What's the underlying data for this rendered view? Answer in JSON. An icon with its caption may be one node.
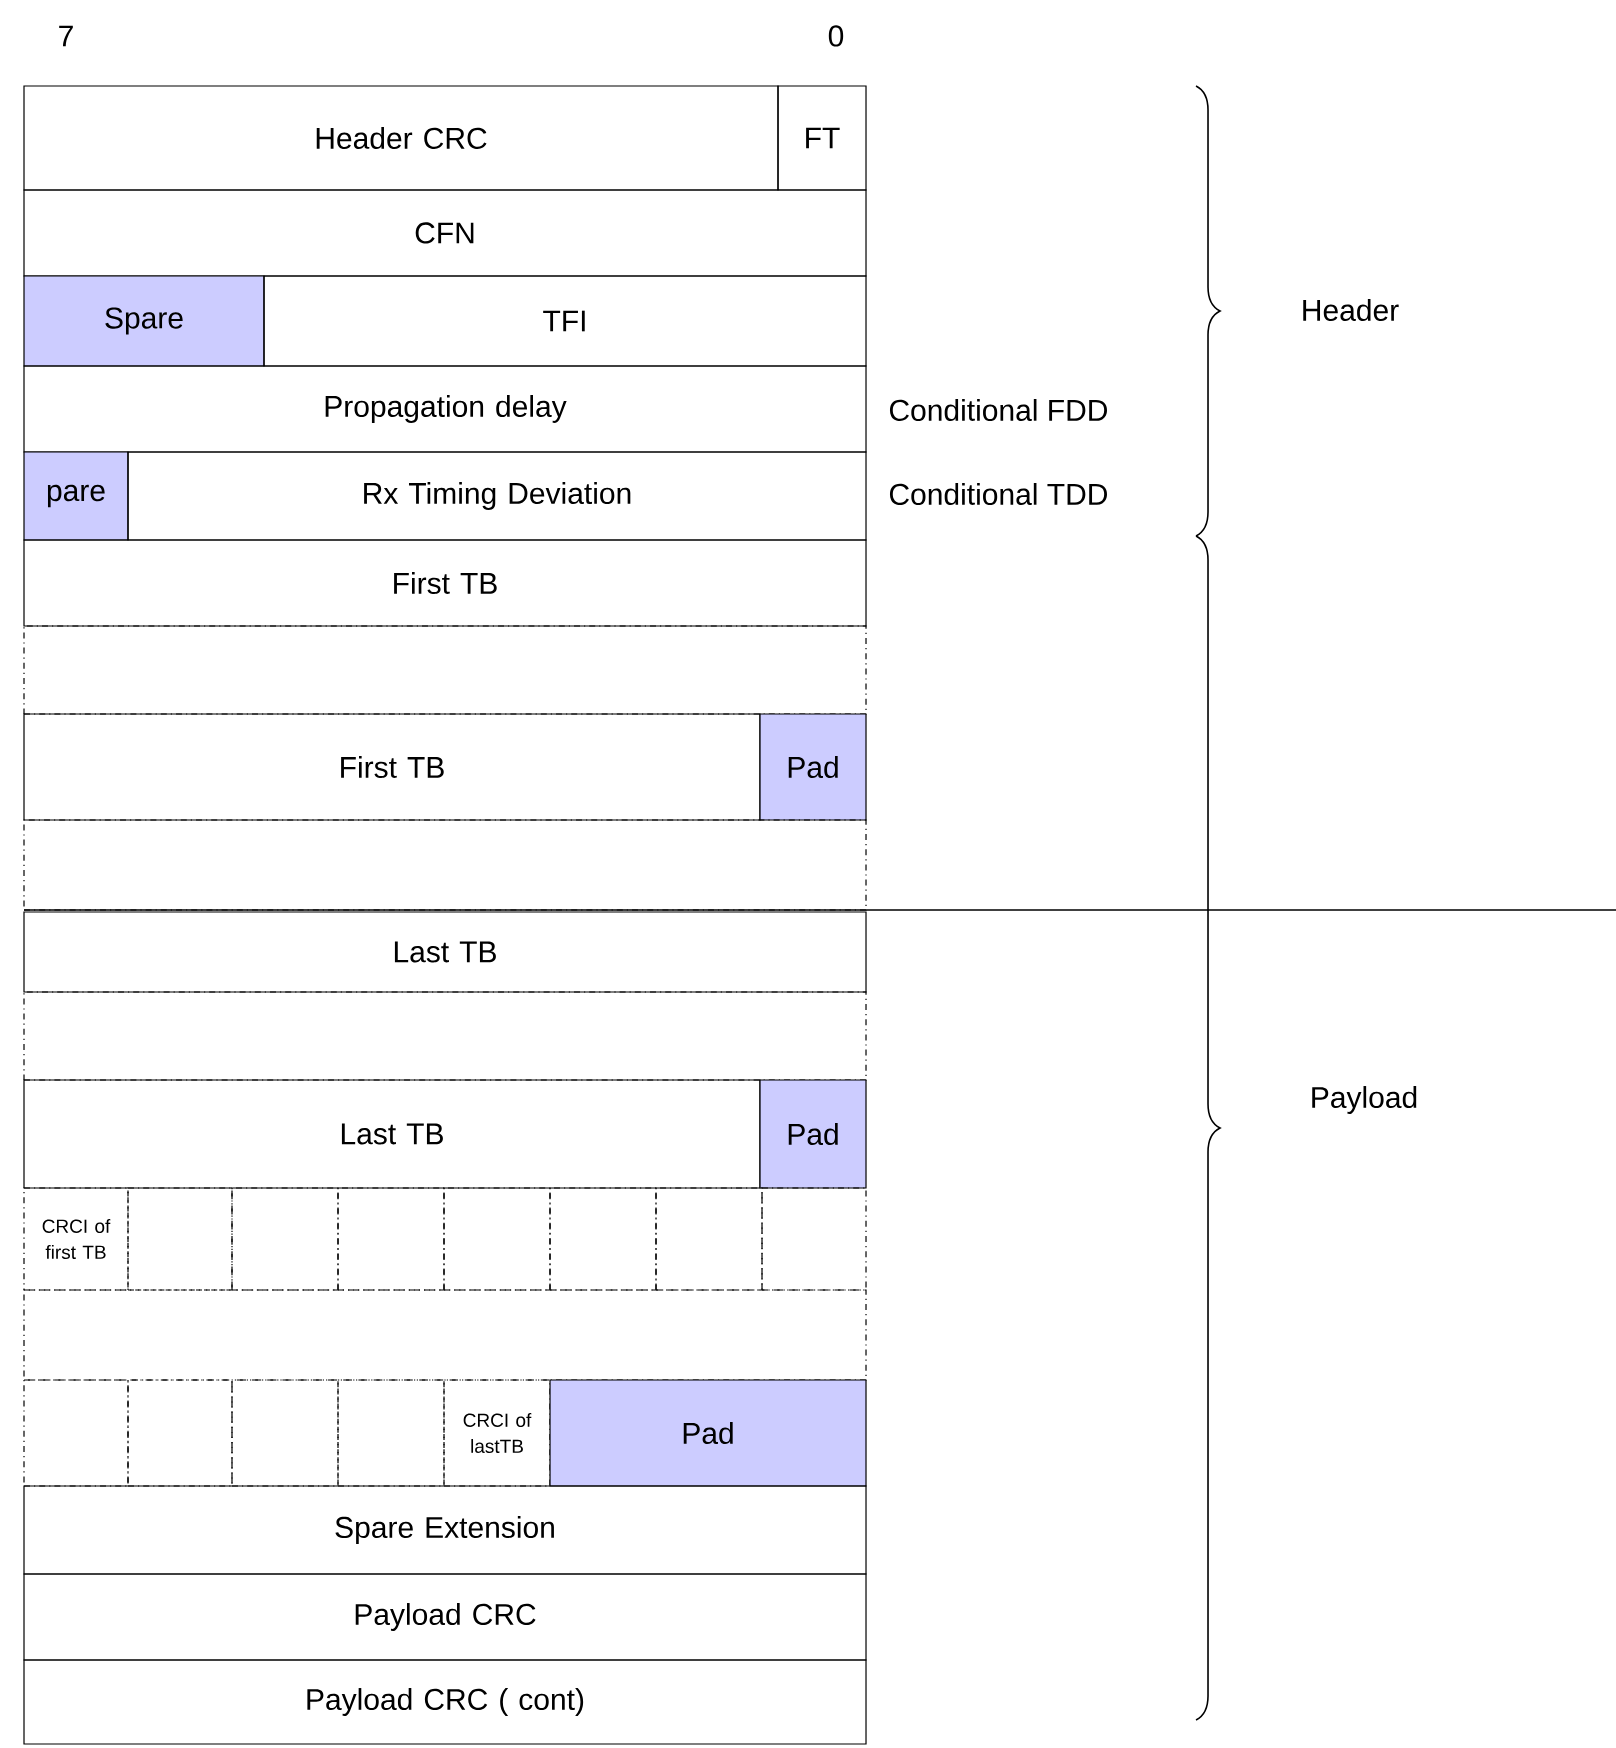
{
  "diagram": {
    "nodes": [
      {
        "text": [
          "Header CRC"
        ]
      },
      {
        "text": [
          "FT"
        ]
      },
      {
        "text": [
          "CFN"
        ]
      },
      {
        "text": [
          "Spare"
        ]
      },
      {
        "text": [
          "TFI"
        ]
      },
      {
        "text": [
          "Propagation delay"
        ],
        "beside": [
          "Conditional FDD"
        ]
      },
      {
        "text": [
          "pare"
        ]
      },
      {
        "text": [
          "Rx Timing Deviation"
        ],
        "beside": [
          "Conditional TDD"
        ]
      },
      {
        "text": [
          "First TB"
        ]
      },
      {
        "text": [],
        "shape": "box"
      },
      {
        "text": [
          "First TB"
        ]
      },
      {
        "text": [
          "Pad"
        ]
      },
      {
        "text": [],
        "shape": "box"
      },
      {
        "text": [
          "Last TB"
        ]
      },
      {
        "text": [],
        "shape": "box"
      },
      {
        "text": [
          "Last TB"
        ]
      },
      {
        "text": [
          "Pad"
        ]
      },
      {
        "text": [
          "CRCI of first TB"
        ]
      },
      {
        "text": [],
        "shape": "box"
      },
      {
        "text": [],
        "shape": "box"
      },
      {
        "text": [],
        "shape": "box"
      },
      {
        "text": [],
        "shape": "box"
      },
      {
        "text": [],
        "shape": "box"
      },
      {
        "text": [],
        "shape": "box"
      },
      {
        "text": [],
        "shape": "box"
      },
      {
        "text": [],
        "shape": "box"
      },
      {
        "text": [],
        "shape": "box"
      },
      {
        "text": [],
        "shape": "box"
      },
      {
        "text": [],
        "shape": "box"
      },
      {
        "text": [],
        "shape": "box"
      },
      {
        "text": [
          "CRCI of lastTB"
        ]
      },
      {
        "text": [
          "Pad"
        ]
      },
      {
        "text": [
          "Spare Extension"
        ]
      },
      {
        "text": [
          "Payload CRC"
        ]
      },
      {
        "text": [
          "Payload CRC ( cont)"
        ]
      }
    ],
    "labels": [
      "7",
      "0",
      "Header",
      "Payload"
    ]
  }
}
